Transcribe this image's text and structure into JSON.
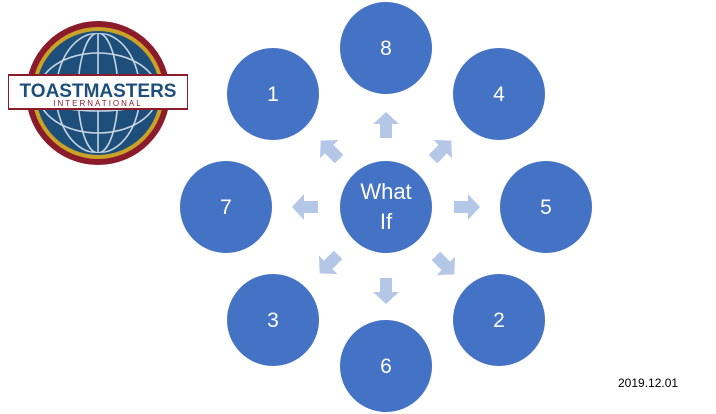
{
  "logo": {
    "wordmark_top": "TOASTMASTERS",
    "wordmark_bottom": "INTERNATIONAL",
    "colors": {
      "ring": "#8b1a2b",
      "globe": "#1e4f7a",
      "band": "#ffffff",
      "text": "#1e4f7a"
    }
  },
  "center": {
    "line1": "What",
    "line2": "If"
  },
  "nodes": {
    "n1": "1",
    "n2": "2",
    "n3": "3",
    "n4": "4",
    "n5": "5",
    "n6": "6",
    "n7": "7",
    "n8": "8"
  },
  "colors": {
    "node": "#4472c4",
    "arrow": "#b4c7e7",
    "text": "#ffffff"
  },
  "date": "2019.12.01"
}
